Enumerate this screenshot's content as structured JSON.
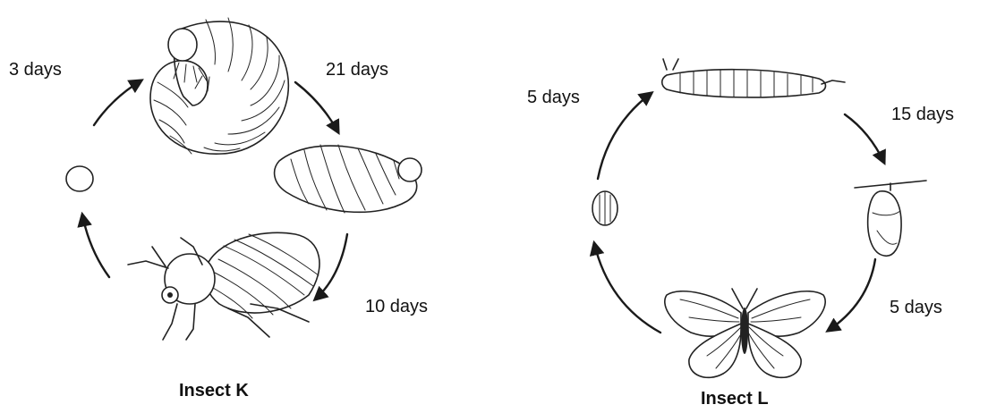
{
  "diagrams": [
    {
      "title": "Insect K",
      "stages": [
        "egg",
        "larva",
        "pupa",
        "adult"
      ],
      "durations": [
        "3 days",
        "21 days",
        "10 days"
      ]
    },
    {
      "title": "Insect L",
      "stages": [
        "egg",
        "larva",
        "pupa",
        "adult"
      ],
      "durations": [
        "5 days",
        "15 days",
        "5 days"
      ]
    }
  ],
  "colors": {
    "line": "#222222",
    "background": "#ffffff"
  }
}
